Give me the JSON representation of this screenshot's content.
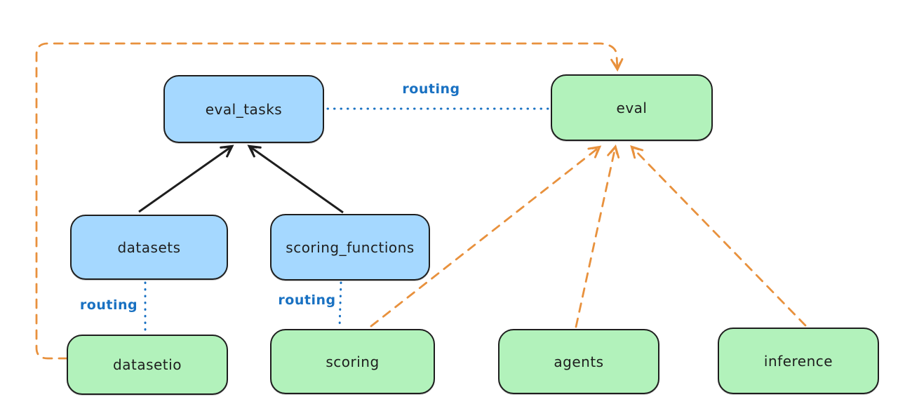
{
  "diagram": {
    "nodes": [
      {
        "id": "eval_tasks",
        "label": "eval_tasks",
        "fill": "blue"
      },
      {
        "id": "eval",
        "label": "eval",
        "fill": "green"
      },
      {
        "id": "datasets",
        "label": "datasets",
        "fill": "blue"
      },
      {
        "id": "scoring_functions",
        "label": "scoring_functions",
        "fill": "blue"
      },
      {
        "id": "datasetio",
        "label": "datasetio",
        "fill": "green"
      },
      {
        "id": "scoring",
        "label": "scoring",
        "fill": "green"
      },
      {
        "id": "agents",
        "label": "agents",
        "fill": "green"
      },
      {
        "id": "inference",
        "label": "inference",
        "fill": "green"
      }
    ],
    "edges": [
      {
        "from": "datasets",
        "to": "eval_tasks",
        "style": "solid",
        "color": "#1e1e1e",
        "arrow": true
      },
      {
        "from": "scoring_functions",
        "to": "eval_tasks",
        "style": "solid",
        "color": "#1e1e1e",
        "arrow": true
      },
      {
        "from": "eval_tasks",
        "to": "eval",
        "style": "dotted",
        "color": "#1971c2",
        "arrow": false,
        "label": "routing"
      },
      {
        "from": "datasets",
        "to": "datasetio",
        "style": "dotted",
        "color": "#1971c2",
        "arrow": false,
        "label": "routing"
      },
      {
        "from": "scoring_functions",
        "to": "scoring",
        "style": "dotted",
        "color": "#1971c2",
        "arrow": false,
        "label": "routing"
      },
      {
        "from": "datasetio",
        "to": "eval",
        "style": "dashed",
        "color": "#e8913d",
        "arrow": true,
        "route": "around-left-and-top"
      },
      {
        "from": "scoring",
        "to": "eval",
        "style": "dashed",
        "color": "#e8913d",
        "arrow": true
      },
      {
        "from": "agents",
        "to": "eval",
        "style": "dashed",
        "color": "#e8913d",
        "arrow": true
      },
      {
        "from": "inference",
        "to": "eval",
        "style": "dashed",
        "color": "#e8913d",
        "arrow": true
      }
    ],
    "colors": {
      "node_blue_fill": "#a5d8ff",
      "node_green_fill": "#b2f2bb",
      "node_stroke": "#1e1e1e",
      "routing_blue": "#1971c2",
      "dashed_orange": "#e8913d",
      "background": "#ffffff"
    }
  }
}
